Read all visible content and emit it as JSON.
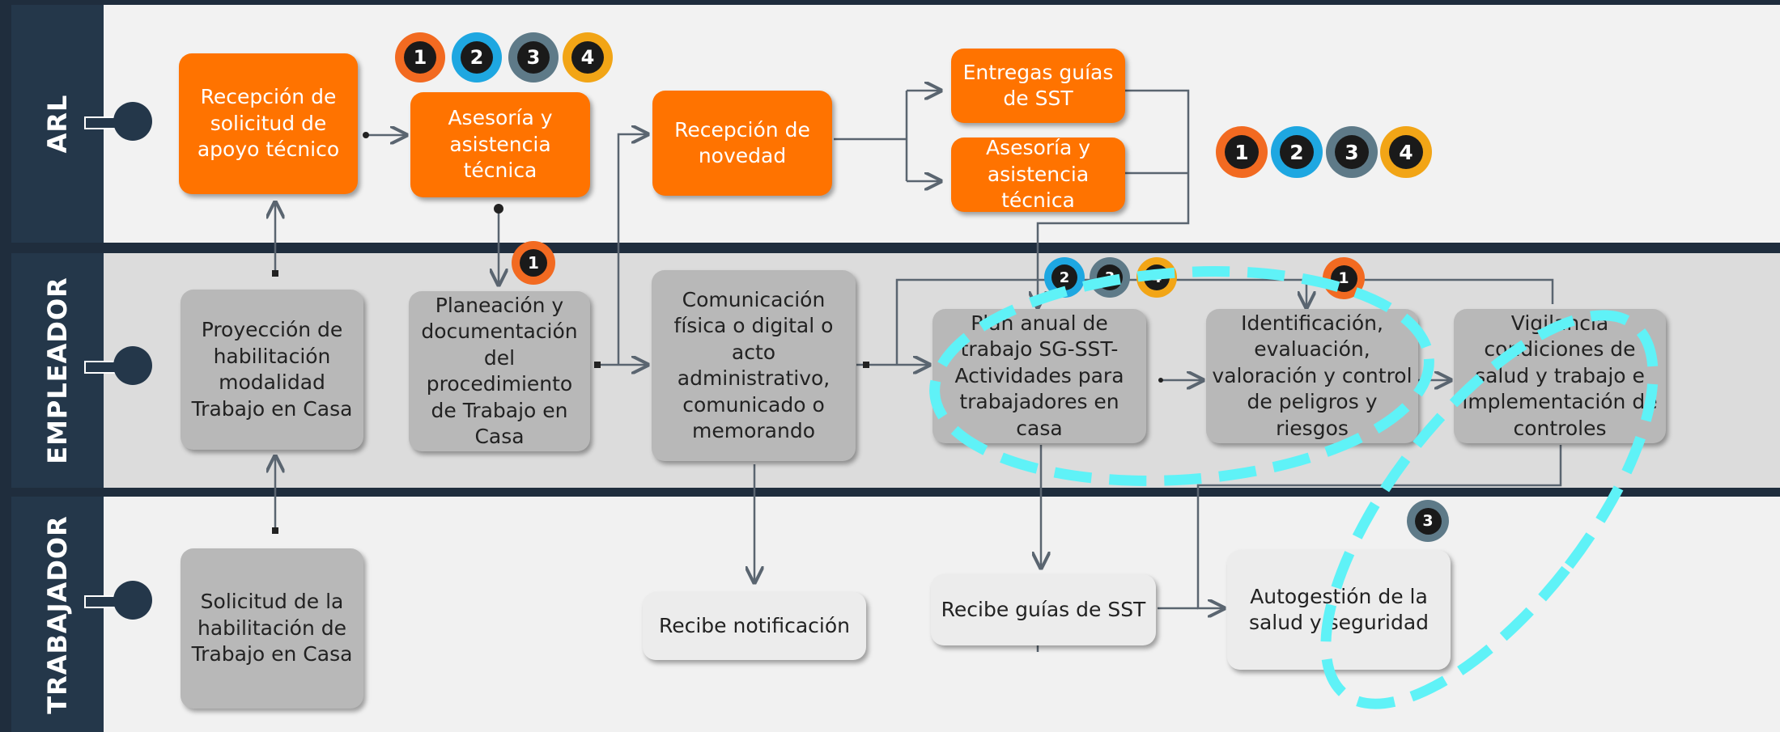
{
  "lanes": {
    "arl": "ARL",
    "empleador": "EMPLEADOR",
    "trabajador": "TRABAJADOR"
  },
  "nodes": {
    "recepcion_solicitud": "Recepción de solicitud de apoyo técnico",
    "asesoria_1": "Asesoría y asistencia técnica",
    "recepcion_novedad": "Recepción de novedad",
    "entregas_guias": "Entregas guías de SST",
    "asesoria_2": "Asesoría y asistencia técnica",
    "proyeccion": "Proyección de habilitación modalidad Trabajo en Casa",
    "planeacion": "Planeación y documentación del procedimiento de Trabajo en Casa",
    "comunicacion": "Comunicación física o digital o acto administrativo, comunicado o memorando",
    "plan_anual": "Plan anual de trabajo SG-SST-Actividades para trabajadores en casa",
    "identificacion": "Identificación, evaluación, valoración y control de peligros y riesgos",
    "vigilancia": "Vigilancia condiciones de salud y trabajo e implementación de controles",
    "solicitud": "Solicitud de la habilitación de Trabajo en Casa",
    "recibe_notificacion": "Recibe notificación",
    "recibe_guias": "Recibe guías de SST",
    "autogestion": "Autogestión de la salud y seguridad"
  },
  "badges": {
    "b1": "1",
    "b2": "2",
    "b3": "3",
    "b4": "4"
  },
  "colors": {
    "orange": "#ff7300",
    "badge1": "#f26a21",
    "badge2": "#1ea7e1",
    "badge3": "#5e7a88",
    "badge4": "#f2a516",
    "highlight": "#5ff2f7"
  }
}
